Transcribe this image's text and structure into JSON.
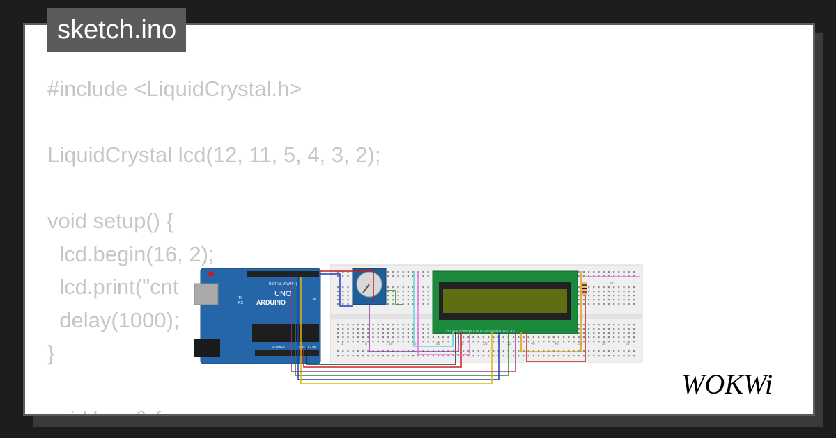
{
  "file_tab": {
    "label": "sketch.ino"
  },
  "code_lines": [
    "#include <LiquidCrystal.h>",
    "",
    "LiquidCrystal lcd(12, 11, 5, 4, 3, 2);",
    "",
    "void setup() {",
    "  lcd.begin(16, 2);",
    "  lcd.print(\"cnt",
    "  delay(1000);",
    "}",
    "",
    "void loop() {"
  ],
  "arduino": {
    "brand": "ARDUINO",
    "model": "UNO",
    "digital_label": "DIGITAL (PWM ~)",
    "power_label": "POWER",
    "analog_label": "ANALOG IN",
    "tx_label": "TX",
    "rx_label": "RX",
    "on_label": "ON"
  },
  "breadboard": {
    "column_numbers": [
      "1",
      "5",
      "10",
      "15",
      "20",
      "25",
      "30",
      "35",
      "40",
      "45",
      "50",
      "55",
      "60"
    ],
    "top_number": "60"
  },
  "lcd": {
    "pin_labels": "VSS VDD V0 RS RW E D0 D1 D2 D3 D4 D5 D6 D7 A K"
  },
  "logo": {
    "text": "WOKWi"
  },
  "colors": {
    "page_bg": "#1d1d1d",
    "card_bg": "#ffffff",
    "tab_bg": "#5b5b5b",
    "code_text": "#c6c6c6",
    "arduino_blue": "#2566a8",
    "lcd_green": "#1b8a3c",
    "lcd_screen": "#5f6e12"
  }
}
